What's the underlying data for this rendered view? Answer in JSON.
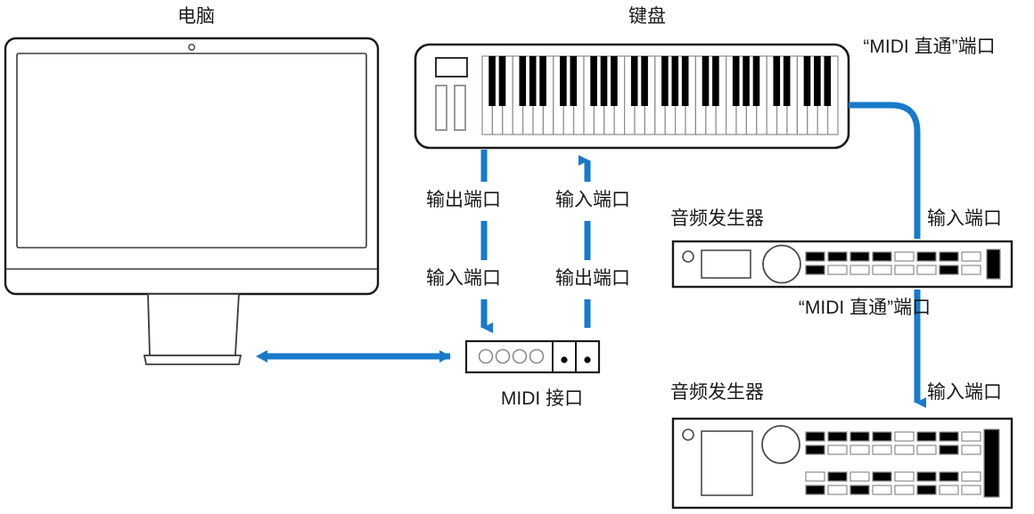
{
  "diagram": {
    "title_computer": "电脑",
    "title_keyboard": "键盘",
    "label_midi_thru_keyboard": "“MIDI 直通”端口",
    "label_keyboard_out": "输出端口",
    "label_interface_in": "输入端口",
    "label_keyboard_in": "输入端口",
    "label_interface_out": "输出端口",
    "label_midi_interface": "MIDI 接口",
    "label_sound_generator_1": "音频发生器",
    "label_sound_generator_1_in": "输入端口",
    "label_midi_thru_sg1": "“MIDI 直通”端口",
    "label_sound_generator_2": "音频发生器",
    "label_sound_generator_2_in": "输入端口"
  },
  "colors": {
    "cable": "#1a7ac8",
    "outline": "#1a1a1a",
    "device_fill": "#ffffff",
    "button_on": "#000000",
    "button_off": "#ffffff",
    "button_border": "#8c8c8c",
    "text": "#1a1a1a",
    "background": "#ffffff"
  },
  "devices": {
    "computer": {
      "type": "all-in-one-desktop",
      "has_camera": true,
      "has_stand": true
    },
    "keyboard": {
      "type": "midi-keyboard",
      "white_keys": 36,
      "controls": [
        "display-panel",
        "slider-1",
        "slider-2"
      ]
    },
    "midi_interface": {
      "type": "midi-interface-box",
      "knobs": 4,
      "ports": 2
    },
    "sound_generator_1": {
      "type": "rack-sound-module",
      "led": true,
      "display": true,
      "knob": true,
      "button_rows": [
        [
          1,
          1,
          1,
          1,
          0,
          1,
          1,
          0,
          0
        ],
        [
          1,
          0,
          0,
          0,
          0,
          0,
          1,
          0,
          0
        ]
      ],
      "fader": true
    },
    "sound_generator_2": {
      "type": "rack-sound-module",
      "led": true,
      "display": true,
      "knob": true,
      "button_rows": [
        [
          1,
          1,
          1,
          1,
          0,
          1,
          1,
          0,
          1
        ],
        [
          1,
          0,
          0,
          0,
          0,
          0,
          1,
          0,
          0
        ],
        [
          0,
          1,
          0,
          1,
          0,
          1,
          1,
          0,
          1
        ],
        [
          1,
          0,
          1,
          0,
          0,
          1,
          0,
          0,
          1
        ]
      ],
      "fader": true
    }
  },
  "connections": [
    {
      "from": "keyboard-out",
      "to": "interface-in",
      "style": "dashed",
      "direction": "down"
    },
    {
      "from": "interface-out",
      "to": "keyboard-in",
      "style": "dashed",
      "direction": "up"
    },
    {
      "from": "computer",
      "to": "midi-interface",
      "style": "solid",
      "direction": "both"
    },
    {
      "from": "keyboard-midi-thru",
      "to": "sound-generator-1-in",
      "style": "solid",
      "direction": "down"
    },
    {
      "from": "sound-generator-1-midi-thru",
      "to": "sound-generator-2-in",
      "style": "solid",
      "direction": "down"
    }
  ]
}
